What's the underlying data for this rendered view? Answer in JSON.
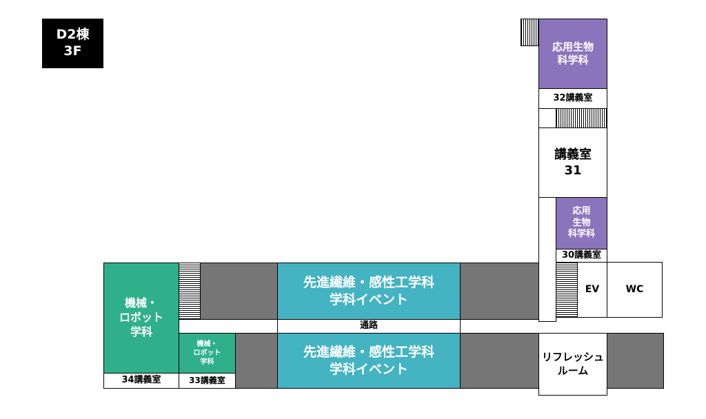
{
  "header": {
    "building_floor": "D2棟\n3F"
  },
  "rooms": {
    "applied_bio_top": "応用生物\n科学科",
    "lecture_32": "32講義室",
    "lecture_31": "講義室\n31",
    "applied_bio_small": "応用\n生物\n科学科",
    "lecture_30": "30講義室",
    "ev": "EV",
    "wc": "WC",
    "fiber_top": "先進繊維・感性工学科\n学科イベント",
    "fiber_bottom": "先進繊維・感性工学科\n学科イベント",
    "passage": "通路",
    "mech_large": "機械・\nロボット\n学科",
    "mech_small": "機械・\nロボット\n学科",
    "lecture_34": "34講義室",
    "lecture_33": "33講義室",
    "refresh": "リフレッシュ\nルーム"
  },
  "colors": {
    "applied_bio": "#8c74bd",
    "fiber_engineering": "#44b3c2",
    "mechanical_robotics": "#2fb08a",
    "unused_area": "#767676"
  }
}
